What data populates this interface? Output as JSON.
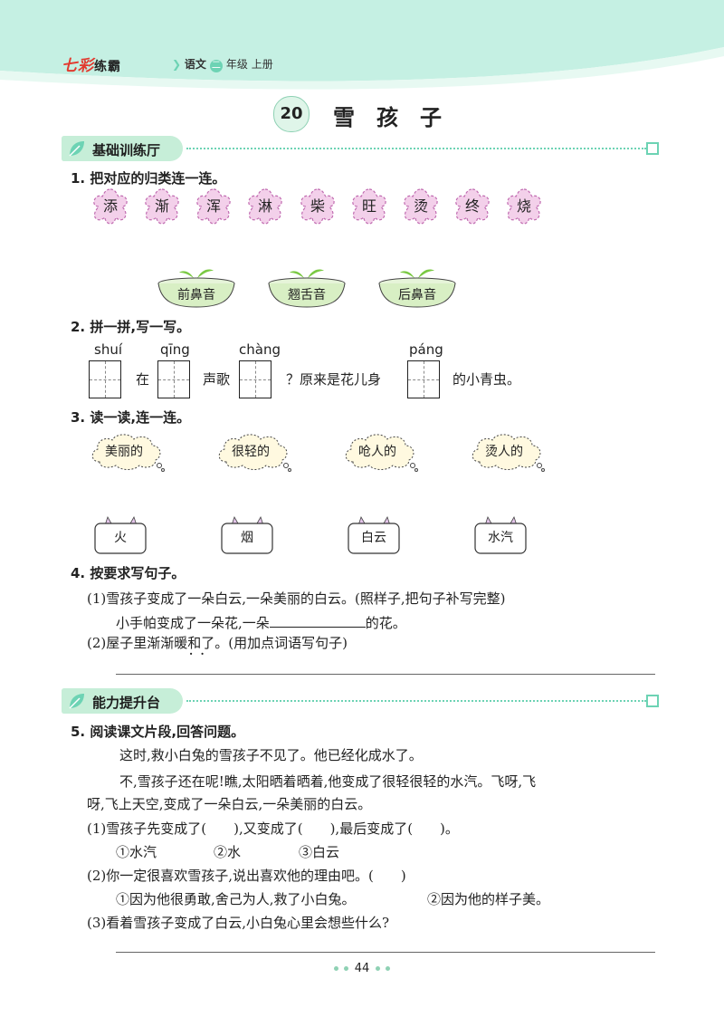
{
  "header": {
    "brand_a": "七彩",
    "brand_b": "练霸",
    "subject": "语文",
    "grade_badge": "二",
    "grade_rest": "年级 上册",
    "lesson_number": "20",
    "lesson_title": "雪孩子"
  },
  "sections": [
    {
      "title": "基础训练厅"
    },
    {
      "title": "能力提升台"
    }
  ],
  "q1": {
    "num": "1.",
    "text": "把对应的归类连一连。",
    "chars": [
      "添",
      "渐",
      "浑",
      "淋",
      "柴",
      "旺",
      "烫",
      "终",
      "烧"
    ],
    "bowls": [
      "前鼻音",
      "翘舌音",
      "后鼻音"
    ]
  },
  "q2": {
    "num": "2.",
    "text": "拼一拼,写一写。",
    "pinyin": [
      "shuí",
      "qīng",
      "chàng",
      "páng"
    ],
    "t1": "在",
    "t2": "声歌",
    "t3": "？原来是花儿身",
    "t4": "的小青虫。"
  },
  "q3": {
    "num": "3.",
    "text": "读一读,连一连。",
    "clouds": [
      "美丽的",
      "很轻的",
      "呛人的",
      "烫人的"
    ],
    "boxes": [
      "火",
      "烟",
      "白云",
      "水汽"
    ]
  },
  "q4": {
    "num": "4.",
    "text": "按要求写句子。",
    "s1": "(1)雪孩子变成了一朵白云,一朵美丽的白云。(照样子,把句子补写完整)",
    "s1b_a": "小手帕变成了一朵花,一朵",
    "s1b_b": "的花。",
    "s2": "(2)屋子里渐渐暖和了。(用加点词语写句子)"
  },
  "q5": {
    "num": "5.",
    "text": "阅读课文片段,回答问题。",
    "p1": "这时,救小白兔的雪孩子不见了。他已经化成水了。",
    "p2a": "不,雪孩子还在呢!瞧,太阳晒着晒着,他变成了很轻很轻的水汽。飞呀,飞",
    "p2b": "呀,飞上天空,变成了一朵白云,一朵美丽的白云。",
    "q1": "(1)雪孩子先变成了(　　),又变成了(　　),最后变成了(　　)。",
    "q1_opts": [
      "①水汽",
      "②水",
      "③白云"
    ],
    "q2": "(2)你一定很喜欢雪孩子,说出喜欢他的理由吧。(　　)",
    "q2_opts": [
      "①因为他很勇敢,舍己为人,救了小白兔。",
      "②因为他的样子美。"
    ],
    "q3": "(3)看着雪孩子变成了白云,小白兔心里会想些什么?"
  },
  "footer": {
    "page_number": "44"
  }
}
